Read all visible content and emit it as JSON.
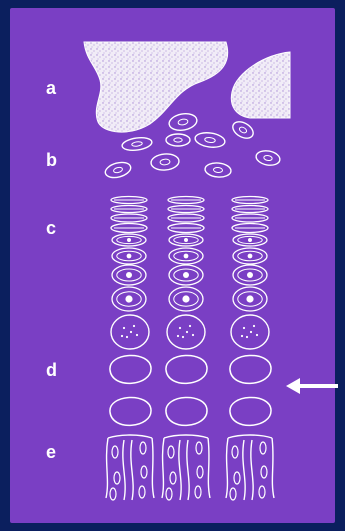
{
  "labels": {
    "a": "a",
    "b": "b",
    "c": "c",
    "d": "d",
    "e": "e"
  },
  "colors": {
    "outer_background": "#0b1f5e",
    "slide_background": "#7a3fc4",
    "drawing": "#ffffff"
  },
  "arrow": {
    "direction": "left",
    "points_to": "d"
  },
  "columns": 3
}
